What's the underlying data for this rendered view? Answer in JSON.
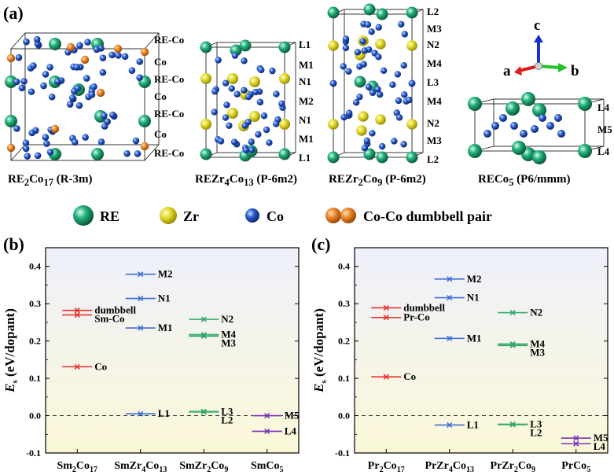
{
  "panel_labels": {
    "a": "(a)",
    "b": "(b)",
    "c": "(c)"
  },
  "structures": [
    {
      "caption_html": "RE<sub>2</sub>Co<sub>17</sub> (R-3m)",
      "site_labels": [
        "RE-Co",
        "Co",
        "RE-Co",
        "Co",
        "RE-Co",
        "Co",
        "RE-Co"
      ]
    },
    {
      "caption_html": "REZr<sub>4</sub>Co<sub>13</sub> (P-6m2)",
      "site_labels": [
        "L1",
        "M1",
        "N1",
        "M2",
        "N1",
        "M1",
        "L1"
      ]
    },
    {
      "caption_html": "REZr<sub>2</sub>Co<sub>9</sub> (P-6m2)",
      "site_labels": [
        "L2",
        "M3",
        "N2",
        "M4",
        "L3",
        "M4",
        "N2",
        "M3",
        "L2"
      ]
    },
    {
      "caption_html": "RECo<sub>5</sub> (P6/mmm)",
      "site_labels": [
        "L4",
        "M5",
        "L4"
      ]
    }
  ],
  "axes_triad": {
    "a": "a",
    "b": "b",
    "c": "c"
  },
  "atom_legend": [
    {
      "name": "RE",
      "color": "#22b07a"
    },
    {
      "name": "Zr",
      "color": "#e3dc2c"
    },
    {
      "name": "Co",
      "color": "#2a5fd0"
    },
    {
      "name": "Co-Co dumbbell pair",
      "color": "#ee8a2a"
    }
  ],
  "colors": {
    "RE2Co17": "#e8312f",
    "REZr4Co13": "#3f6fd8",
    "REZr2Co9": "#2fa86a",
    "RECo5": "#7a33b5",
    "bg_top": "#eef0fb",
    "bg_bottom": "#fbf8d8"
  },
  "chart_data": [
    {
      "type": "scatter",
      "panel": "(b)",
      "ylabel_html": "<tspan font-style='italic'>E</tspan><tspan font-size='11' dy='4'>s</tspan><tspan dy='-4'> (eV/dopant)</tspan>",
      "ylim": [
        -0.1,
        0.45
      ],
      "yticks": [
        "-0.1",
        "0.0",
        "0.1",
        "0.2",
        "0.3",
        "0.4"
      ],
      "categories_html": [
        "Sm<tspan font-size='10' dy='4'>2</tspan><tspan dy='-4'>Co</tspan><tspan font-size='10' dy='4'>17</tspan>",
        "SmZr<tspan font-size='10' dy='4'>4</tspan><tspan dy='-4'>Co</tspan><tspan font-size='10' dy='4'>13</tspan>",
        "SmZr<tspan font-size='10' dy='4'>2</tspan><tspan dy='-4'>Co</tspan><tspan font-size='10' dy='4'>9</tspan>",
        "SmCo<tspan font-size='10' dy='4'>5</tspan>"
      ],
      "zero_line": true,
      "points": [
        {
          "cat": 0,
          "y": 0.282,
          "label": "dumbbell",
          "color": "#e8312f"
        },
        {
          "cat": 0,
          "y": 0.27,
          "label": "Sm-Co",
          "color": "#e8312f"
        },
        {
          "cat": 0,
          "y": 0.131,
          "label": "Co",
          "color": "#e8312f"
        },
        {
          "cat": 1,
          "y": 0.379,
          "label": "M2",
          "color": "#3f6fd8"
        },
        {
          "cat": 1,
          "y": 0.314,
          "label": "N1",
          "color": "#3f6fd8"
        },
        {
          "cat": 1,
          "y": 0.235,
          "label": "M1",
          "color": "#3f6fd8"
        },
        {
          "cat": 1,
          "y": 0.005,
          "label": "L1",
          "color": "#3f6fd8"
        },
        {
          "cat": 2,
          "y": 0.258,
          "label": "N2",
          "color": "#2fa86a"
        },
        {
          "cat": 2,
          "y": 0.217,
          "label": "M4",
          "color": "#2fa86a"
        },
        {
          "cat": 2,
          "y": 0.213,
          "label": "M3",
          "color": "#2fa86a"
        },
        {
          "cat": 2,
          "y": 0.011,
          "label": "L3",
          "color": "#2fa86a"
        },
        {
          "cat": 2,
          "y": 0.01,
          "label": "L2",
          "color": "#2fa86a"
        },
        {
          "cat": 3,
          "y": 0.0,
          "label": "M5",
          "color": "#7a33b5"
        },
        {
          "cat": 3,
          "y": -0.042,
          "label": "L4",
          "color": "#7a33b5"
        }
      ]
    },
    {
      "type": "scatter",
      "panel": "(c)",
      "ylabel_html": "<tspan font-style='italic'>E</tspan><tspan font-size='11' dy='4'>s</tspan><tspan dy='-4'> (eV/dopant)</tspan>",
      "ylim": [
        -0.1,
        0.45
      ],
      "yticks": [
        "-0.1",
        "0.0",
        "0.1",
        "0.2",
        "0.3",
        "0.4"
      ],
      "categories_html": [
        "Pr<tspan font-size='10' dy='4'>2</tspan><tspan dy='-4'>Co</tspan><tspan font-size='10' dy='4'>17</tspan>",
        "PrZr<tspan font-size='10' dy='4'>4</tspan><tspan dy='-4'>Co</tspan><tspan font-size='10' dy='4'>13</tspan>",
        "PrZr<tspan font-size='10' dy='4'>2</tspan><tspan dy='-4'>Co</tspan><tspan font-size='10' dy='4'>9</tspan>",
        "PrCo<tspan font-size='10' dy='4'>5</tspan>"
      ],
      "zero_line": true,
      "points": [
        {
          "cat": 0,
          "y": 0.289,
          "label": "dumbbell",
          "color": "#e8312f"
        },
        {
          "cat": 0,
          "y": 0.263,
          "label": "Pr-Co",
          "color": "#e8312f"
        },
        {
          "cat": 0,
          "y": 0.104,
          "label": "Co",
          "color": "#e8312f"
        },
        {
          "cat": 1,
          "y": 0.366,
          "label": "M2",
          "color": "#3f6fd8"
        },
        {
          "cat": 1,
          "y": 0.316,
          "label": "N1",
          "color": "#3f6fd8"
        },
        {
          "cat": 1,
          "y": 0.207,
          "label": "M1",
          "color": "#3f6fd8"
        },
        {
          "cat": 1,
          "y": -0.025,
          "label": "L1",
          "color": "#3f6fd8"
        },
        {
          "cat": 2,
          "y": 0.276,
          "label": "N2",
          "color": "#2fa86a"
        },
        {
          "cat": 2,
          "y": 0.192,
          "label": "M4",
          "color": "#2fa86a"
        },
        {
          "cat": 2,
          "y": 0.188,
          "label": "M3",
          "color": "#2fa86a"
        },
        {
          "cat": 2,
          "y": -0.023,
          "label": "L3",
          "color": "#2fa86a"
        },
        {
          "cat": 2,
          "y": -0.024,
          "label": "L2",
          "color": "#2fa86a"
        },
        {
          "cat": 3,
          "y": -0.06,
          "label": "M5",
          "color": "#7a33b5"
        },
        {
          "cat": 3,
          "y": -0.075,
          "label": "L4",
          "color": "#7a33b5"
        }
      ]
    }
  ]
}
